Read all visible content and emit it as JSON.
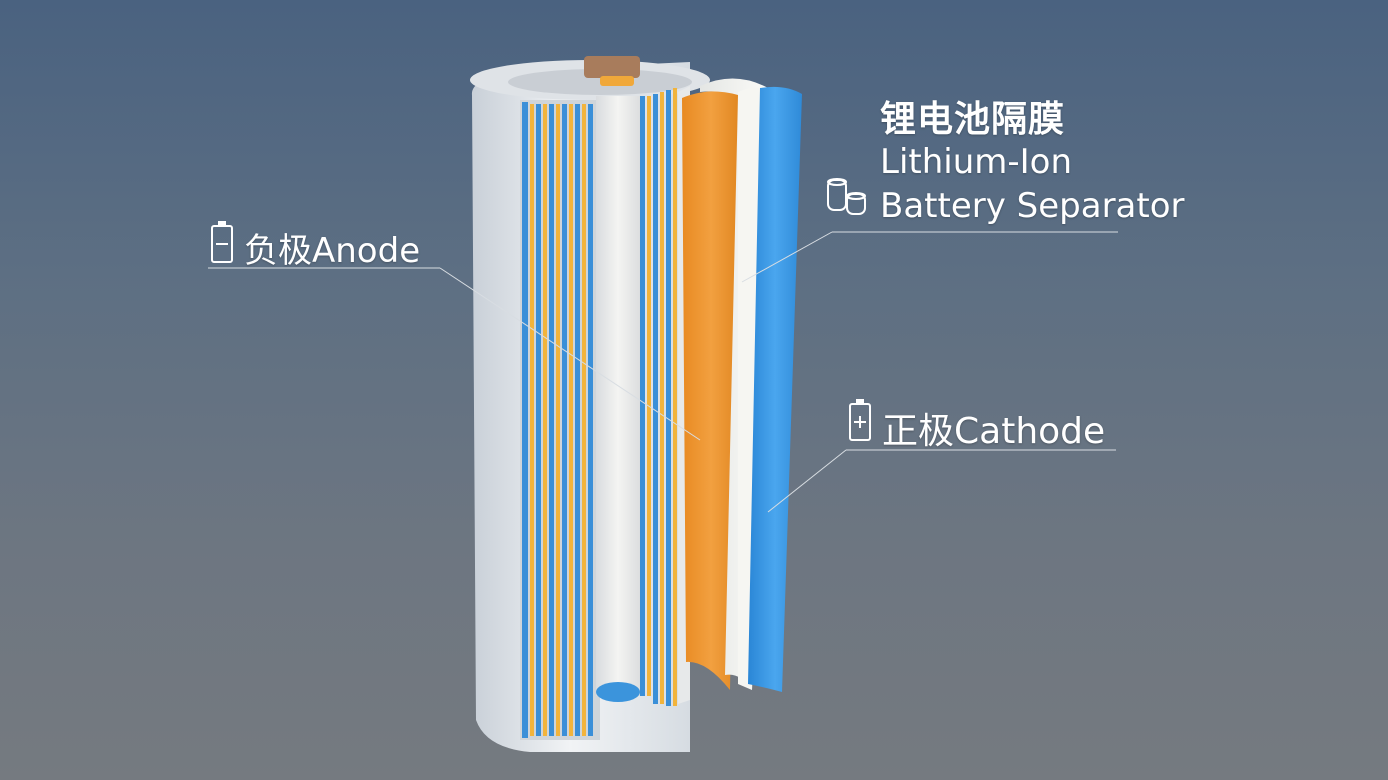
{
  "labels": {
    "separator_cn": "锂电池隔膜",
    "separator_en_line1": "Lithium-Ion",
    "separator_en_line2": "Battery Separator",
    "anode": "负极Anode",
    "cathode": "正极Cathode"
  },
  "icons": {
    "anode": "battery-negative-icon",
    "cathode": "battery-positive-icon",
    "separator": "battery-cells-icon"
  },
  "colors": {
    "background_top": "#4a6280",
    "background_bottom": "#757a80",
    "anode_layer": "#f0a24a",
    "cathode_layer": "#2e8fdc",
    "separator_layer": "#f2f2ee",
    "casing": "#e4e8ec",
    "leader_line": "#d8dde2",
    "text": "#ffffff"
  }
}
